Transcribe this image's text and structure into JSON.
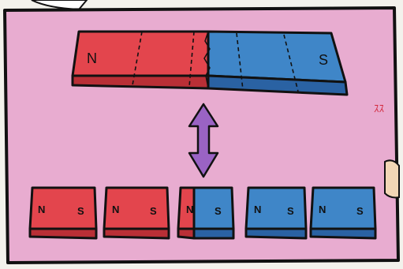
{
  "colors": {
    "panel": "#e8acd0",
    "north": "#e3454d",
    "north_side": "#b92f36",
    "south": "#3f86c8",
    "south_side": "#2a62a3",
    "arrow": "#9a63c4",
    "outline": "#111111"
  },
  "big_magnet": {
    "left_label": "N",
    "right_label": "S"
  },
  "arrow_icon": "double-vertical-arrow",
  "small_magnets": [
    {
      "left_label": "N",
      "right_label": "S",
      "fill": "north"
    },
    {
      "left_label": "N",
      "right_label": "S",
      "fill": "north"
    },
    {
      "left_label": "N",
      "right_label": "S",
      "fill": "split"
    },
    {
      "left_label": "N",
      "right_label": "S",
      "fill": "south"
    },
    {
      "left_label": "N",
      "right_label": "S",
      "fill": "south"
    }
  ],
  "margin_text": "ｽｽ"
}
